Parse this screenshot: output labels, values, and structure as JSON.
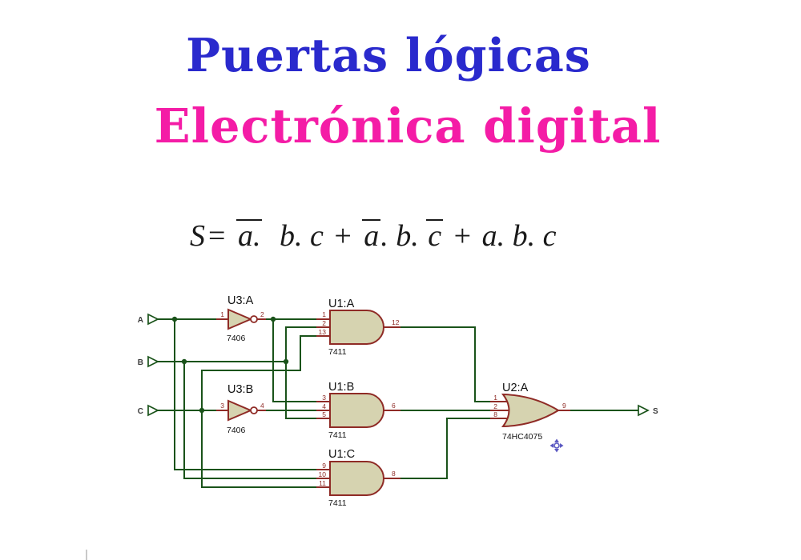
{
  "title": {
    "text": "Puertas lógicas",
    "color": "#2A2ACD"
  },
  "subtitle": {
    "text": "Electrónica digital",
    "color": "#F41CA6"
  },
  "equation": {
    "lhs": "S",
    "rel": "=",
    "t1": "a.",
    "seg1": "b. c",
    "plus1": "+",
    "a2": "a",
    "seg2": ". b.",
    "c2": "c",
    "plus2": "+",
    "seg3": "a. b. c",
    "meaning": "S = not(a).b.c + not(a).b.not(c) + a.b.c"
  },
  "circuit": {
    "inputs": [
      {
        "label": "A"
      },
      {
        "label": "B"
      },
      {
        "label": "C"
      }
    ],
    "output_label": "S",
    "gates": [
      {
        "id": "U3:A",
        "part": "7406",
        "pin_in": "1",
        "pin_out": "2"
      },
      {
        "id": "U3:B",
        "part": "7406",
        "pin_in": "3",
        "pin_out": "4"
      },
      {
        "id": "U1:A",
        "part": "7411",
        "pins_in": [
          "1",
          "2",
          "13"
        ],
        "pin_out": "12"
      },
      {
        "id": "U1:B",
        "part": "7411",
        "pins_in": [
          "3",
          "4",
          "5"
        ],
        "pin_out": "6"
      },
      {
        "id": "U1:C",
        "part": "7411",
        "pins_in": [
          "9",
          "10",
          "11"
        ],
        "pin_out": "8"
      },
      {
        "id": "U2:A",
        "part": "74HC4075",
        "pins_in": [
          "1",
          "2",
          "8"
        ],
        "pin_out": "9"
      }
    ],
    "colors": {
      "wire": "#1A531A",
      "gate_fill": "#D6D3B0",
      "gate_stroke": "#8F2B26",
      "pin_text": "#8F2B26",
      "move_cursor": "#5B59C2"
    }
  }
}
